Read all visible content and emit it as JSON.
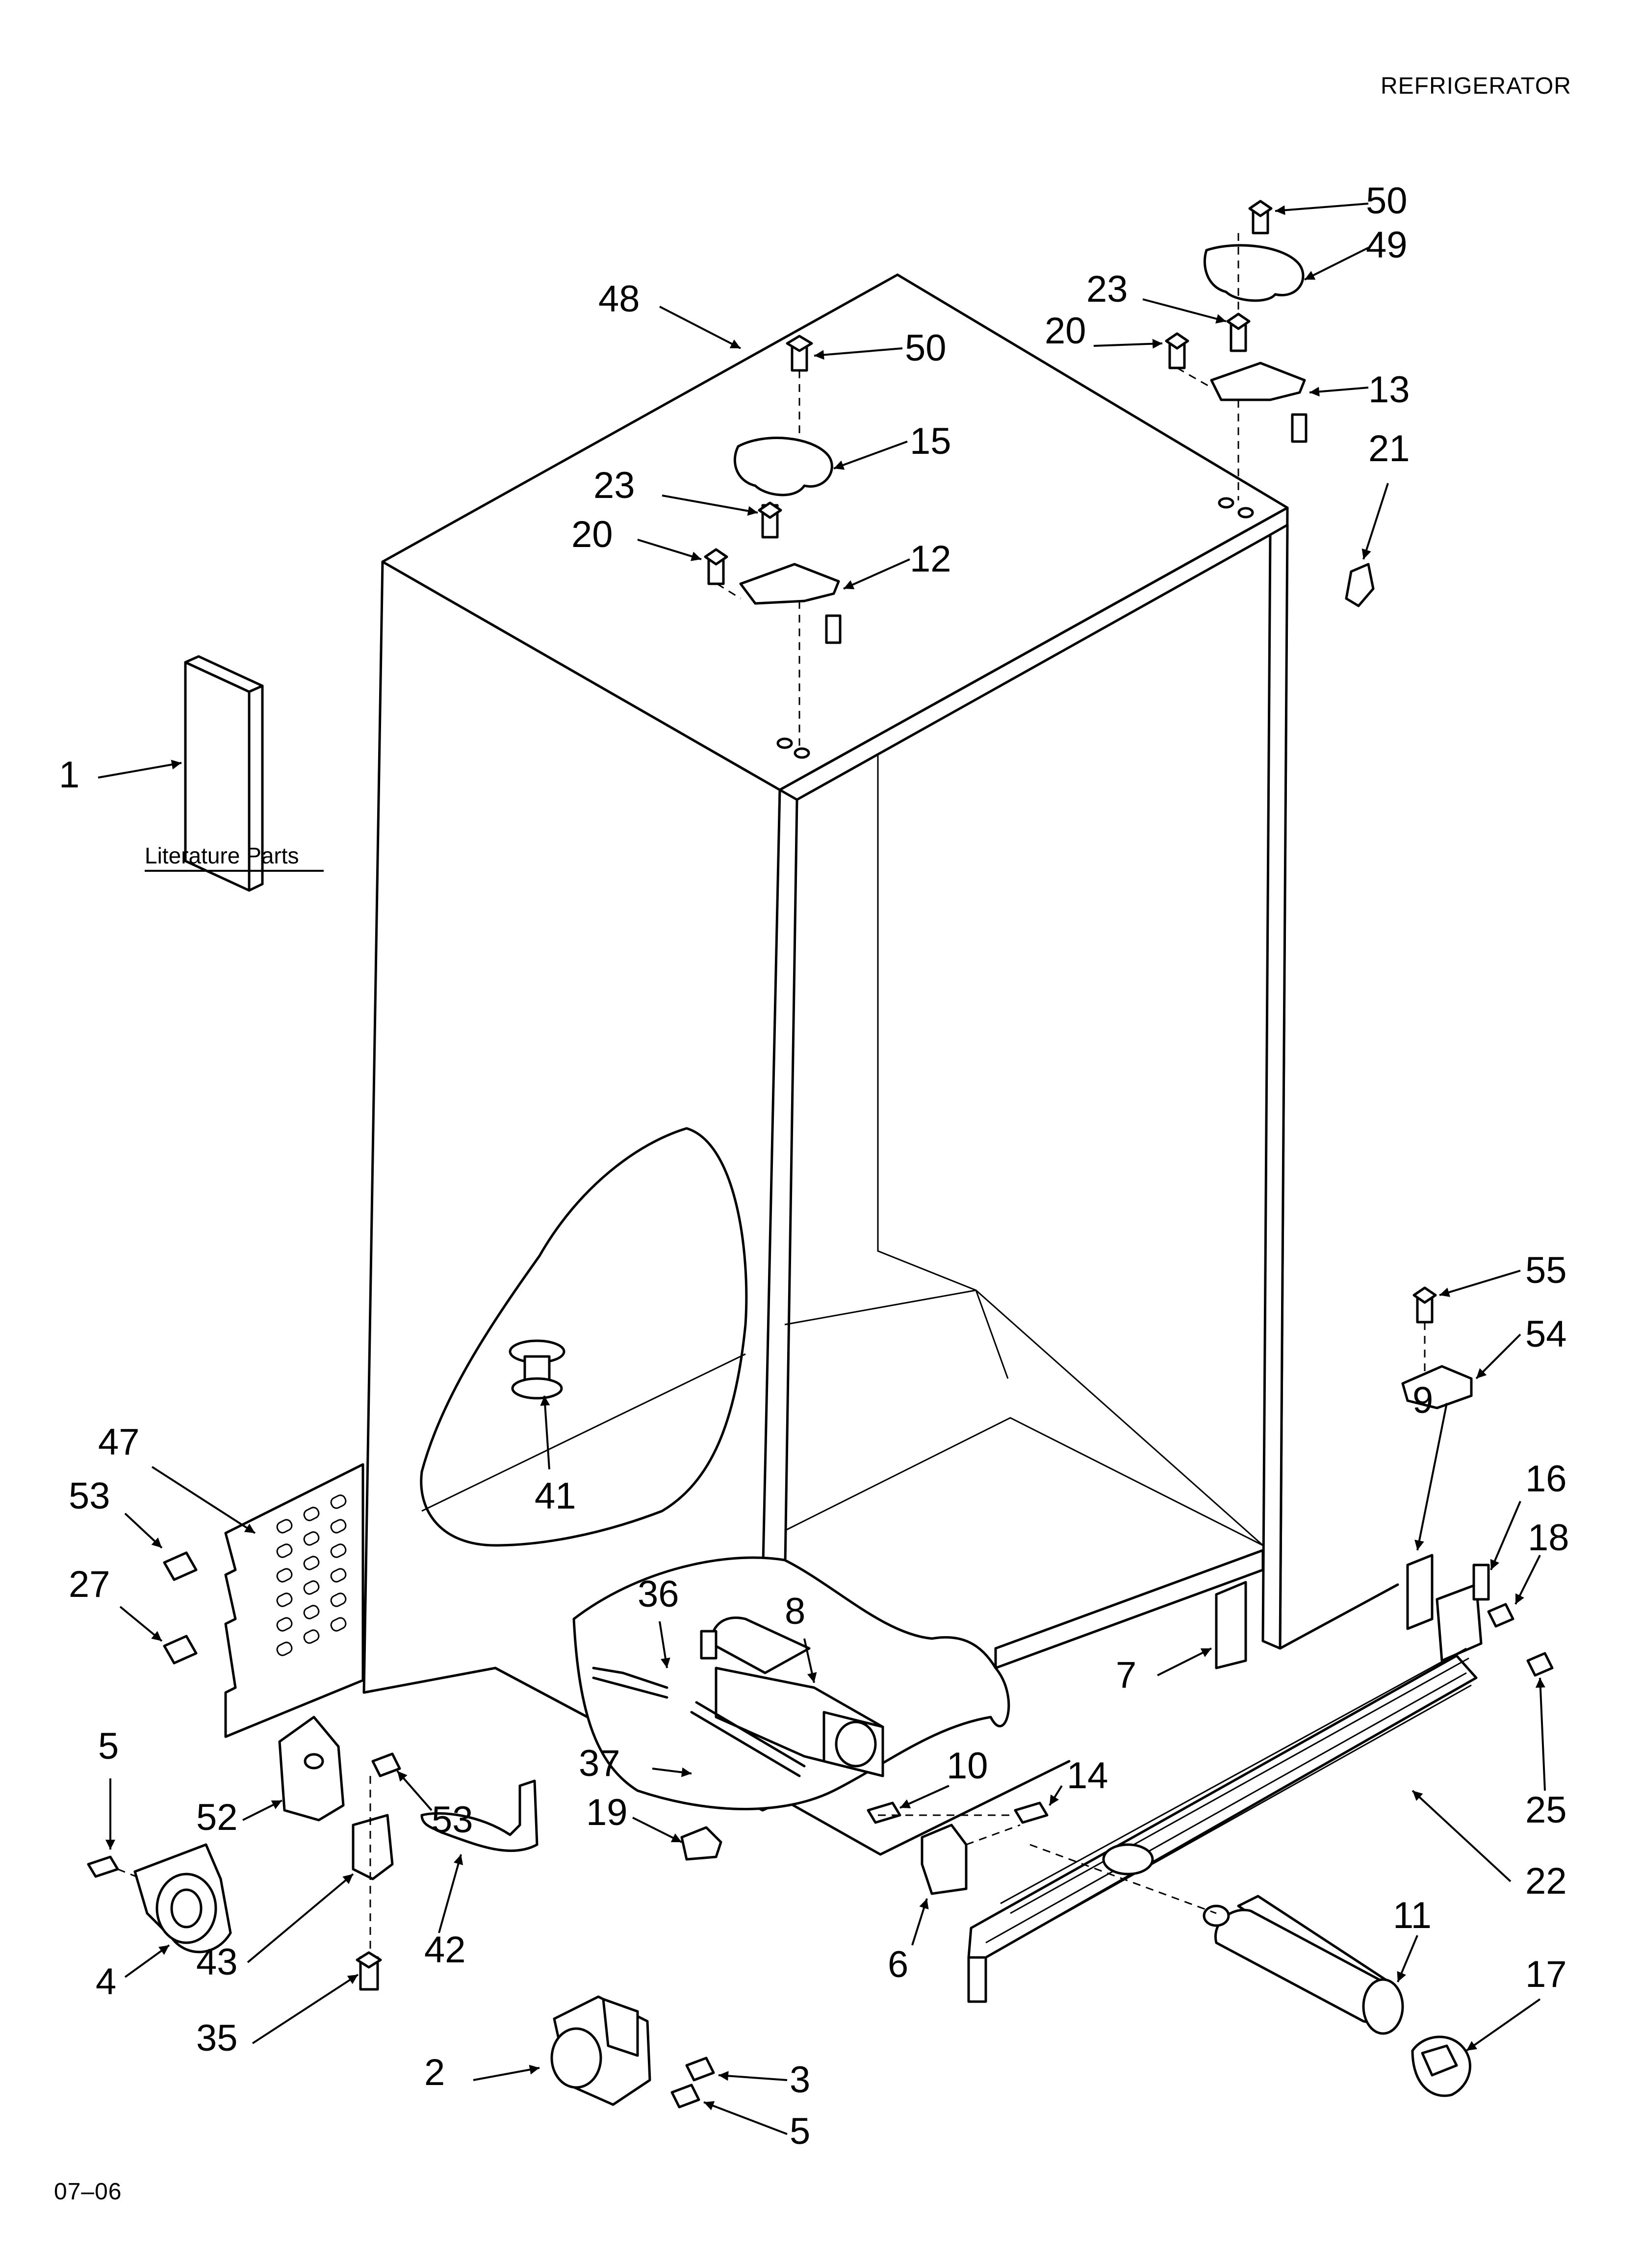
{
  "header": {
    "title": "REFRIGERATOR"
  },
  "footer": {
    "date_code": "07–06"
  },
  "literature": {
    "label": "Literature Parts"
  },
  "callouts": [
    {
      "id": "c1",
      "label": "1"
    },
    {
      "id": "c48",
      "label": "48"
    },
    {
      "id": "c50a",
      "label": "50"
    },
    {
      "id": "c15",
      "label": "15"
    },
    {
      "id": "c23a",
      "label": "23"
    },
    {
      "id": "c20a",
      "label": "20"
    },
    {
      "id": "c12",
      "label": "12"
    },
    {
      "id": "c50b",
      "label": "50"
    },
    {
      "id": "c49",
      "label": "49"
    },
    {
      "id": "c23b",
      "label": "23"
    },
    {
      "id": "c20b",
      "label": "20"
    },
    {
      "id": "c13",
      "label": "13"
    },
    {
      "id": "c21",
      "label": "21"
    },
    {
      "id": "c55",
      "label": "55"
    },
    {
      "id": "c54",
      "label": "54"
    },
    {
      "id": "c9",
      "label": "9"
    },
    {
      "id": "c16",
      "label": "16"
    },
    {
      "id": "c18",
      "label": "18"
    },
    {
      "id": "c25",
      "label": "25"
    },
    {
      "id": "c22",
      "label": "22"
    },
    {
      "id": "c11",
      "label": "11"
    },
    {
      "id": "c17",
      "label": "17"
    },
    {
      "id": "c14",
      "label": "14"
    },
    {
      "id": "c10",
      "label": "10"
    },
    {
      "id": "c8",
      "label": "8"
    },
    {
      "id": "c36",
      "label": "36"
    },
    {
      "id": "c37",
      "label": "37"
    },
    {
      "id": "c19",
      "label": "19"
    },
    {
      "id": "c7",
      "label": "7"
    },
    {
      "id": "c6",
      "label": "6"
    },
    {
      "id": "c41",
      "label": "41"
    },
    {
      "id": "c47",
      "label": "47"
    },
    {
      "id": "c53a",
      "label": "53"
    },
    {
      "id": "c27",
      "label": "27"
    },
    {
      "id": "c5a",
      "label": "5"
    },
    {
      "id": "c52",
      "label": "52"
    },
    {
      "id": "c53b",
      "label": "53"
    },
    {
      "id": "c4",
      "label": "4"
    },
    {
      "id": "c43",
      "label": "43"
    },
    {
      "id": "c42",
      "label": "42"
    },
    {
      "id": "c35",
      "label": "35"
    },
    {
      "id": "c2",
      "label": "2"
    },
    {
      "id": "c3",
      "label": "3"
    },
    {
      "id": "c5b",
      "label": "5"
    }
  ]
}
